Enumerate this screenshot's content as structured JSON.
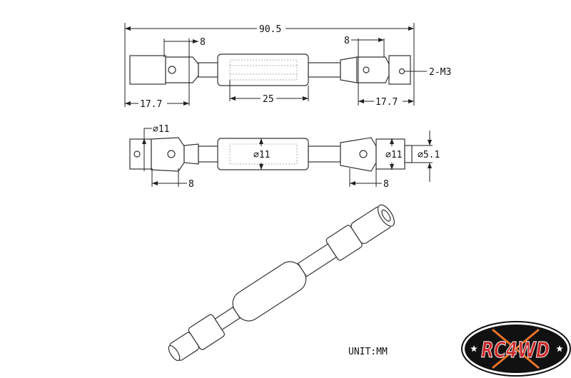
{
  "top_view": {
    "overall_length": "90.5",
    "yoke_left_width": "8",
    "yoke_right_width": "8",
    "end_left_length": "17.7",
    "end_right_length": "17.7",
    "spline_length": "25",
    "thread_callout": "2-M3"
  },
  "side_view": {
    "end_diameter": "⌀11",
    "tube_diameter": "⌀11",
    "yoke_diameter": "⌀11",
    "pin_diameter": "⌀5.1",
    "yoke_left_width": "8",
    "yoke_right_width": "8"
  },
  "unit_label": "UNIT:MM",
  "logo": {
    "text": "RC4WD",
    "colors": {
      "bg": "#111111",
      "text": "#c8282a",
      "accent": "#e8732a"
    }
  }
}
